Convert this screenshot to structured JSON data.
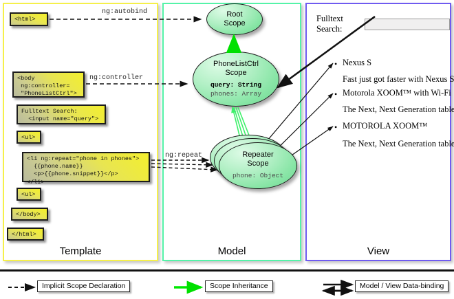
{
  "columns": [
    {
      "key": "template",
      "label": "Template",
      "border": "#f5f04a"
    },
    {
      "key": "model",
      "label": "Model",
      "border": "#54f3a8"
    },
    {
      "key": "view",
      "label": "View",
      "border": "#6f5bf0"
    }
  ],
  "template": {
    "boxes": [
      {
        "name": "html-open-box",
        "text": "<html>"
      },
      {
        "name": "body-controller-box",
        "text": "<body\n ng:controller=\n \"PhoneListCtrl\">"
      },
      {
        "name": "fulltext-search-box",
        "text": "Fulltext Search:\n  <input name=\"query\">"
      },
      {
        "name": "ul-open-box",
        "text": "<ul>"
      },
      {
        "name": "li-repeat-box",
        "text": "<li ng:repeat=\"phone in phones\">\n  {{phone.name}}\n  <p>{{phone.snippet}}</p>\n</li>"
      },
      {
        "name": "ul-close-box",
        "text": "<ul>"
      },
      {
        "name": "body-close-box",
        "text": "</body>"
      },
      {
        "name": "html-close-box",
        "text": "</html>"
      }
    ]
  },
  "connectors": {
    "autobind": "ng:autobind",
    "controller": "ng:controller",
    "repeat": "ng:repeat"
  },
  "model": {
    "scopes": [
      {
        "name": "root-scope",
        "title": "Root\nScope",
        "props": []
      },
      {
        "name": "phonelistctrl-scope",
        "title": "PhoneListCtrl\nScope",
        "props": [
          {
            "text": "query: String",
            "bold": true
          },
          {
            "text": "phones: Array",
            "bold": false
          }
        ]
      },
      {
        "name": "repeater-scope",
        "title": "Repeater\nScope",
        "props": [
          {
            "text": "phone: Object",
            "bold": false
          }
        ]
      }
    ]
  },
  "view": {
    "search_label": "Fulltext Search:",
    "search_value": "",
    "items": [
      {
        "name": "Nexus S",
        "snippet": "Fast just got faster with Nexus S."
      },
      {
        "name": "Motorola XOOM™  with Wi-Fi",
        "snippet": "The Next, Next Generation tablet."
      },
      {
        "name": "MOTOROLA XOOM™",
        "snippet": "The Next, Next Generation tablet."
      }
    ]
  },
  "legend": [
    {
      "name": "implicit-scope-declaration",
      "label": "Implicit Scope Declaration",
      "style": "dashed",
      "color": "#111111"
    },
    {
      "name": "scope-inheritance",
      "label": "Scope Inheritance",
      "style": "solid",
      "color": "#00e800"
    },
    {
      "name": "model-view-data-binding",
      "label": "Model / View Data-binding",
      "style": "double",
      "color": "#111111"
    }
  ]
}
